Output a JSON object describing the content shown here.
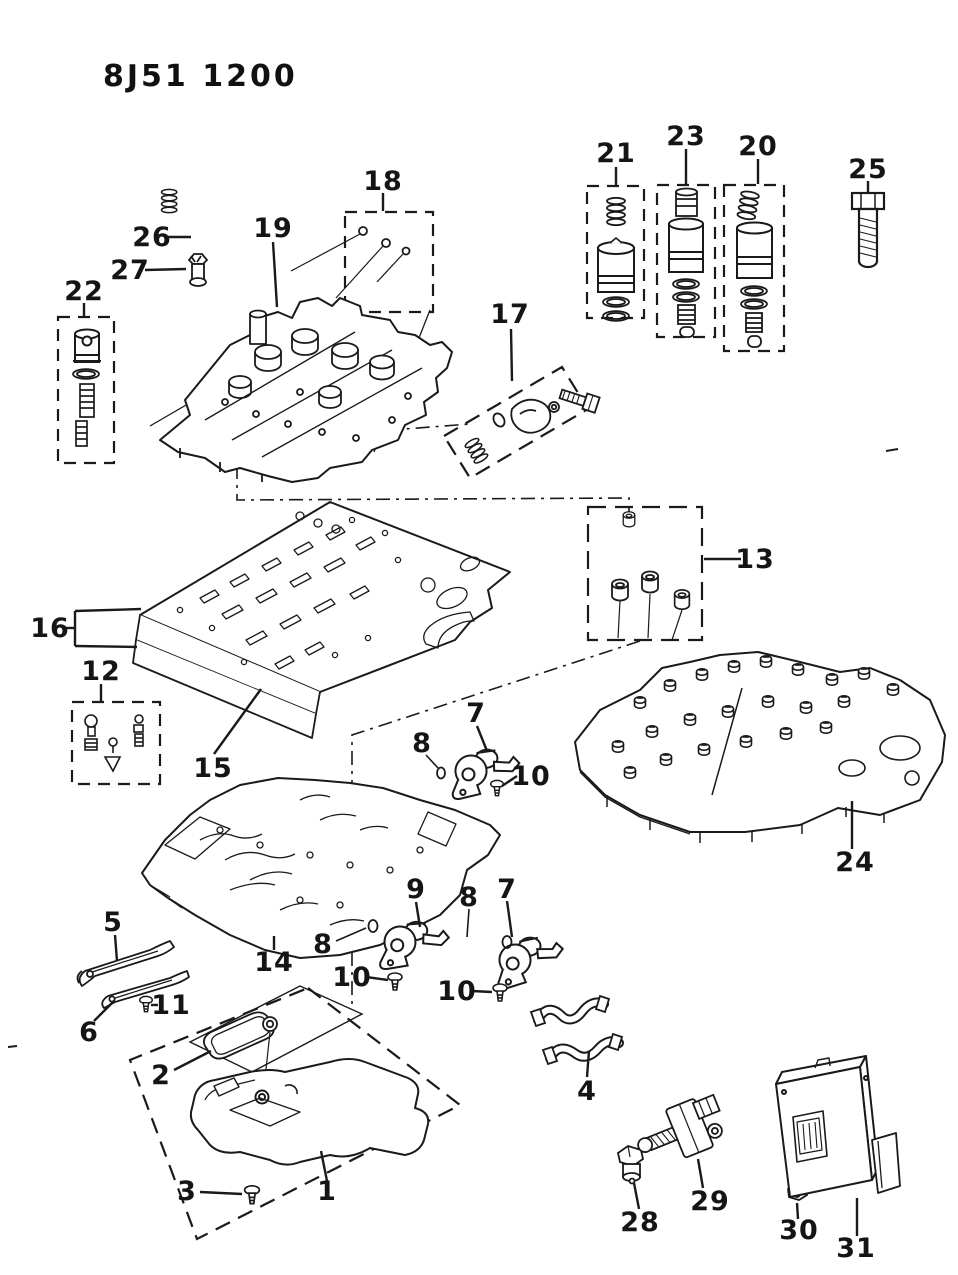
{
  "page": {
    "title": "8J51 1200"
  },
  "diagram": {
    "ink": "#1a1a1a",
    "background": "#ffffff",
    "callouts": {
      "c1": "1",
      "c2": "2",
      "c3": "3",
      "c4": "4",
      "c5": "5",
      "c6": "6",
      "c7a": "7",
      "c7b": "7",
      "c8a": "8",
      "c8b": "8",
      "c8c": "8",
      "c9": "9",
      "c10a": "10",
      "c10b": "10",
      "c10c": "10",
      "c11": "11",
      "c12": "12",
      "c13": "13",
      "c14": "14",
      "c15": "15",
      "c16": "16",
      "c17": "17",
      "c18": "18",
      "c19": "19",
      "c20": "20",
      "c21": "21",
      "c22": "22",
      "c23": "23",
      "c24": "24",
      "c25": "25",
      "c26": "26",
      "c27": "27",
      "c28": "28",
      "c29": "29",
      "c30": "30",
      "c31": "31"
    }
  }
}
